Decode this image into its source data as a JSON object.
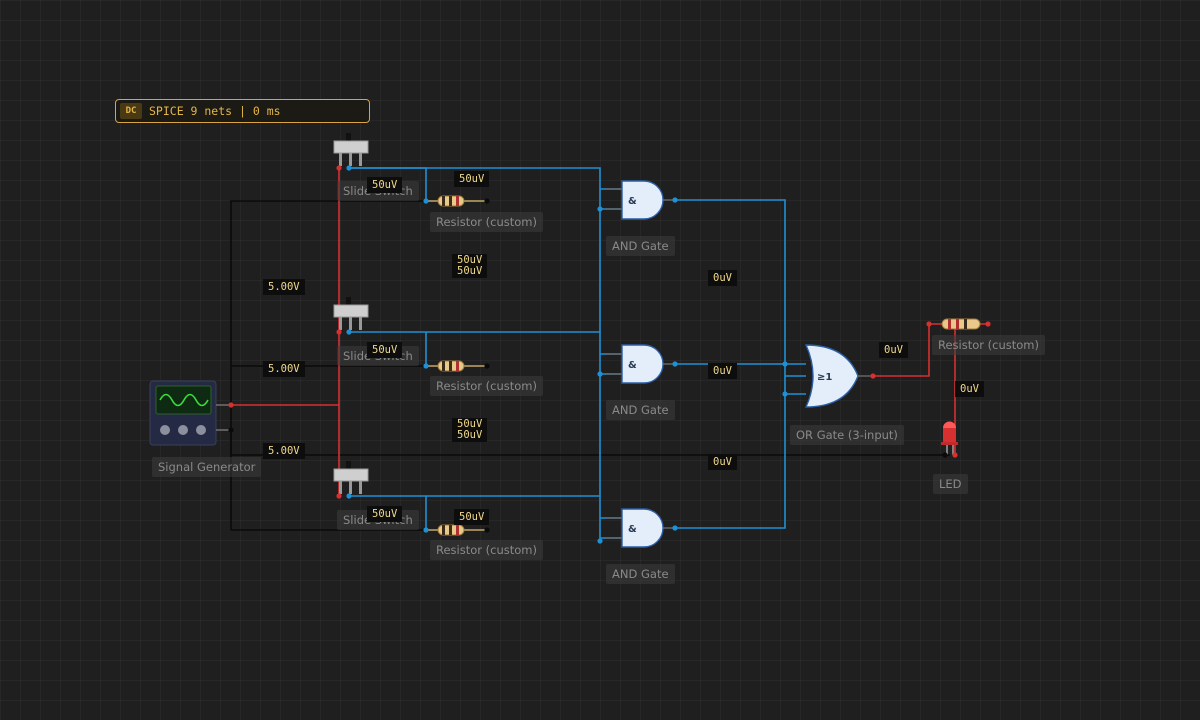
{
  "simulation": {
    "mode": "DC",
    "status": "SPICE 9 nets | 0 ms"
  },
  "components": {
    "switch_top": "Slide Switch",
    "switch_mid": "Slide Switch",
    "switch_bot": "Slide Switch",
    "resistor_top": "Resistor (custom)",
    "resistor_mid": "Resistor (custom)",
    "resistor_bot": "Resistor (custom)",
    "resistor_out": "Resistor (custom)",
    "and_top": "AND Gate",
    "and_mid": "AND Gate",
    "and_bot": "AND Gate",
    "or_gate": "OR Gate (3-input)",
    "signal_generator": "Signal Generator",
    "led": "LED"
  },
  "gate_symbols": {
    "and": "&",
    "or": "≥1"
  },
  "voltages": {
    "sw_top": "50uV",
    "r_top": "50uV",
    "mid_upper_a": "50uV",
    "mid_upper_b": "50uV",
    "supply_1": "5.00V",
    "supply_2": "5.00V",
    "supply_3": "5.00V",
    "sw_mid": "50uV",
    "mid_lower_a": "50uV",
    "mid_lower_b": "50uV",
    "sw_bot": "50uV",
    "r_bot": "50uV",
    "and_top_out": "0uV",
    "and_mid_out": "0uV",
    "bus_low": "0uV",
    "or_out": "0uV",
    "led_node": "0uV"
  },
  "colors": {
    "wire_blue": "#1e90d6",
    "wire_red": "#d63030",
    "wire_black": "#0a0a0a",
    "accent": "#d9a441"
  }
}
